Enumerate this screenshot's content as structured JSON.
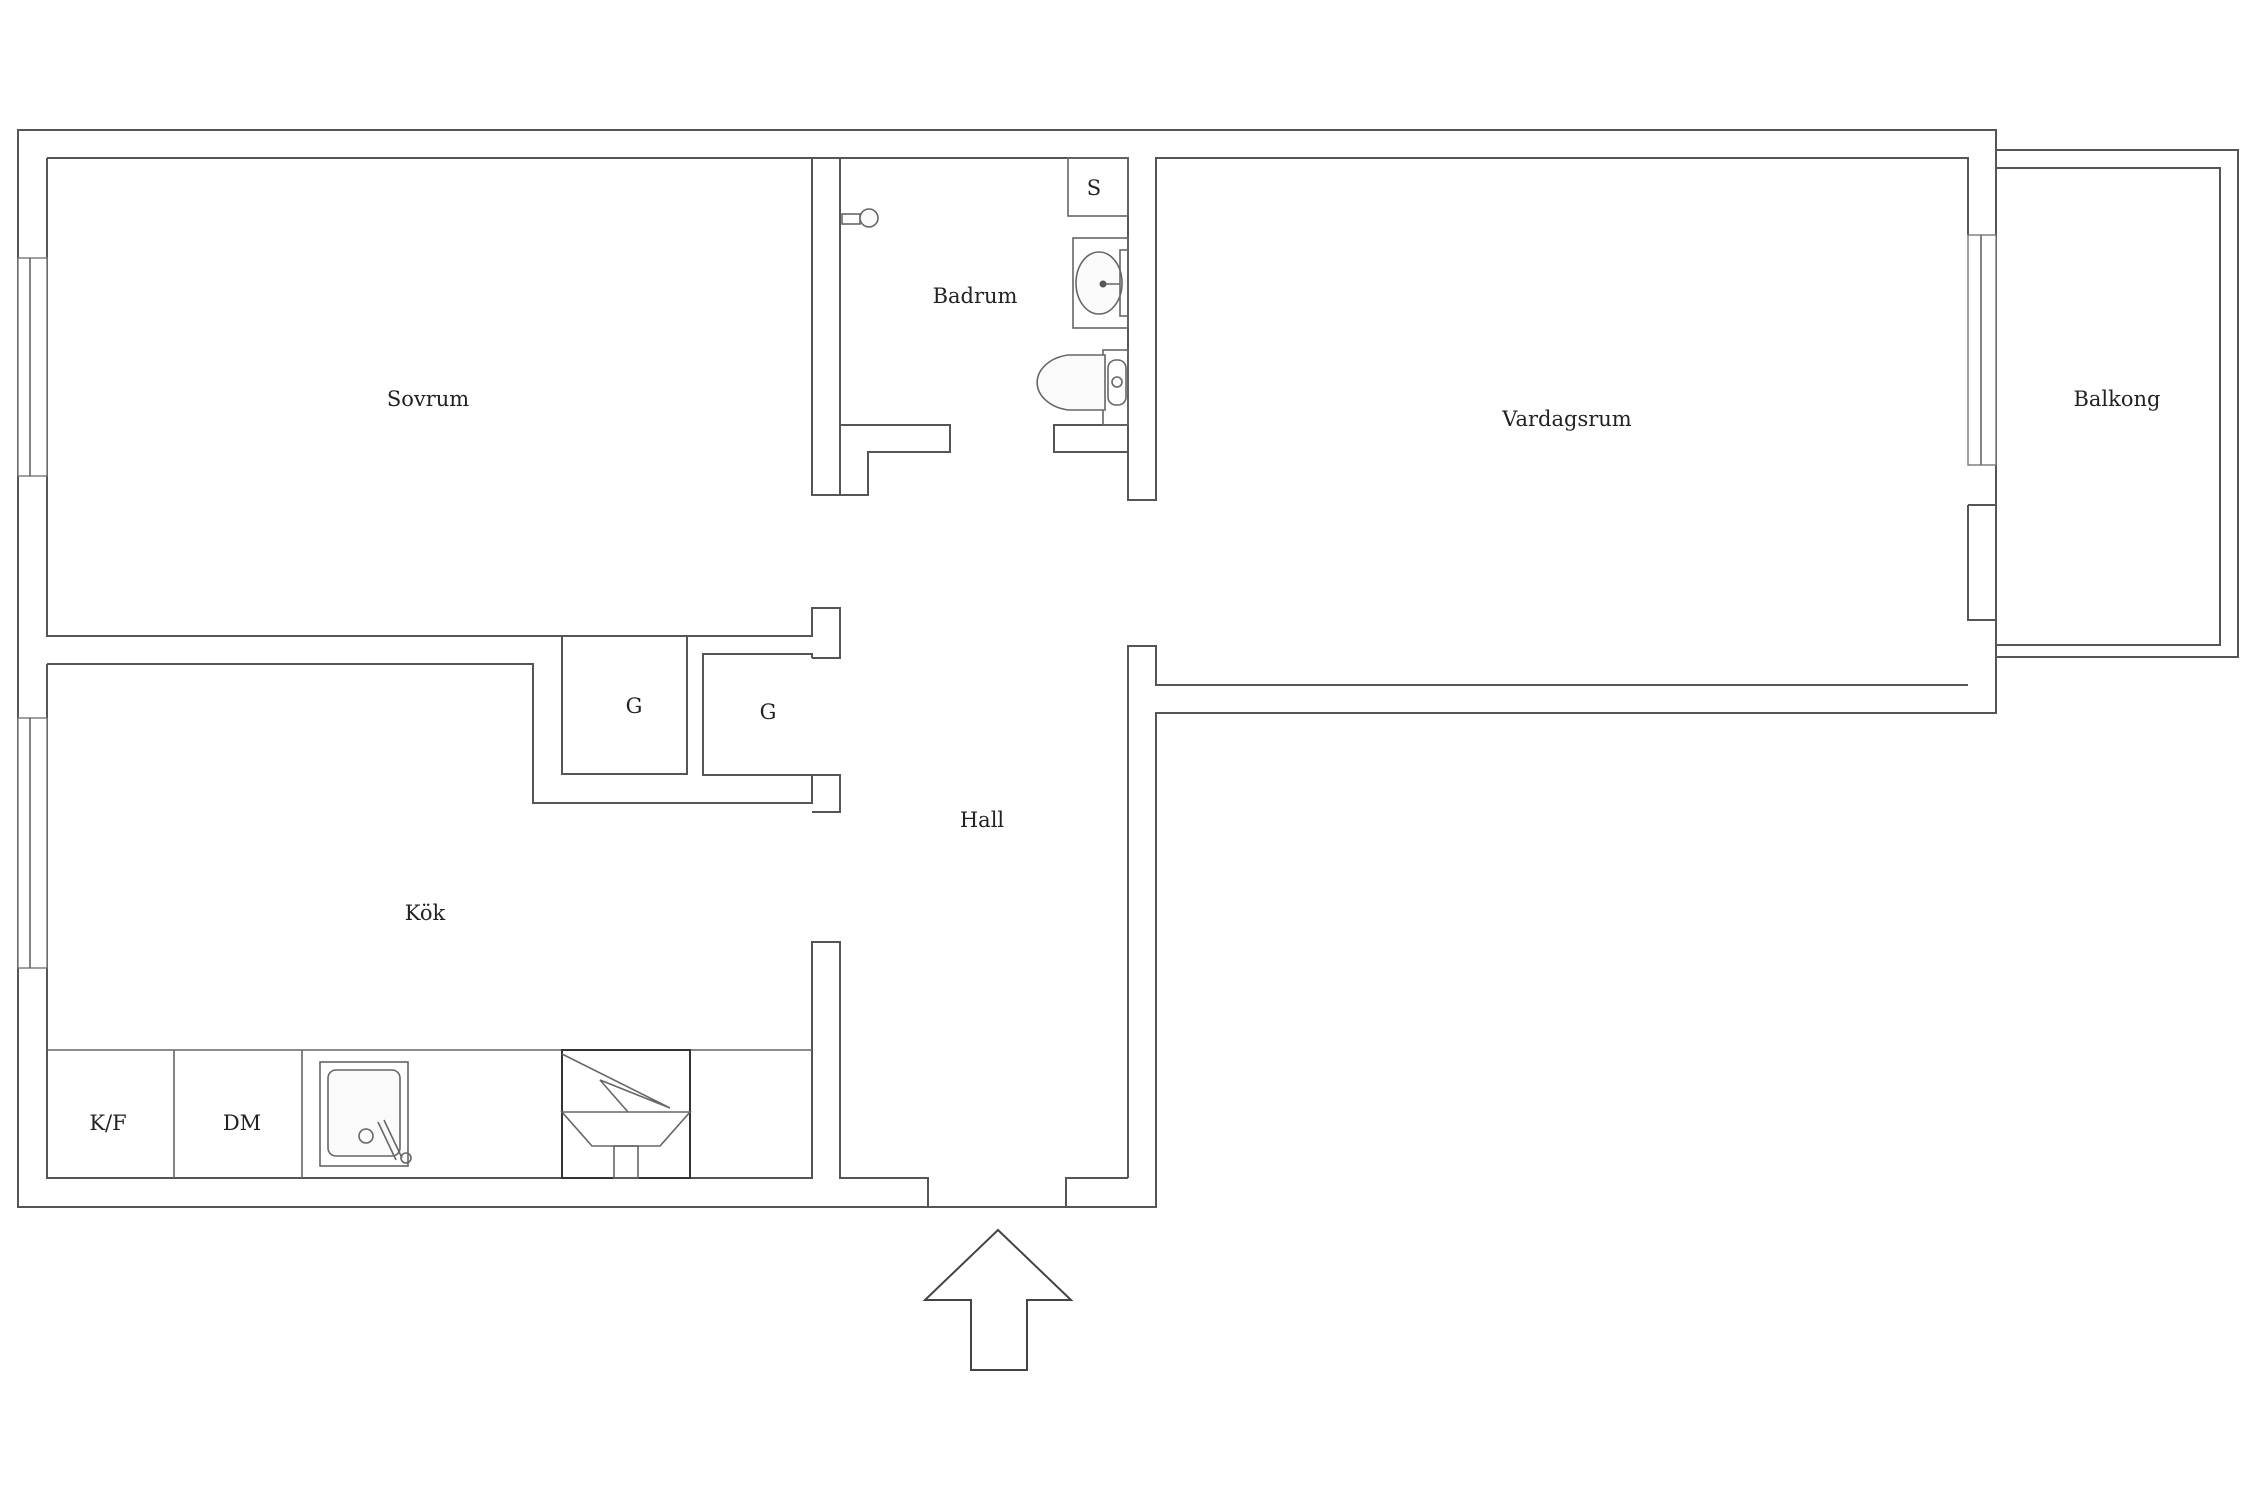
{
  "rooms": {
    "sovrum": "Sovrum",
    "badrum": "Badrum",
    "vardagsrum": "Vardagsrum",
    "balkong": "Balkong",
    "kok": "Kök",
    "hall": "Hall"
  },
  "fixtures": {
    "storage": "S",
    "wardrobe_1": "G",
    "wardrobe_2": "G",
    "fridge_freezer": "K/F",
    "dishwasher": "DM"
  },
  "entrance_icon": "up-arrow-icon"
}
